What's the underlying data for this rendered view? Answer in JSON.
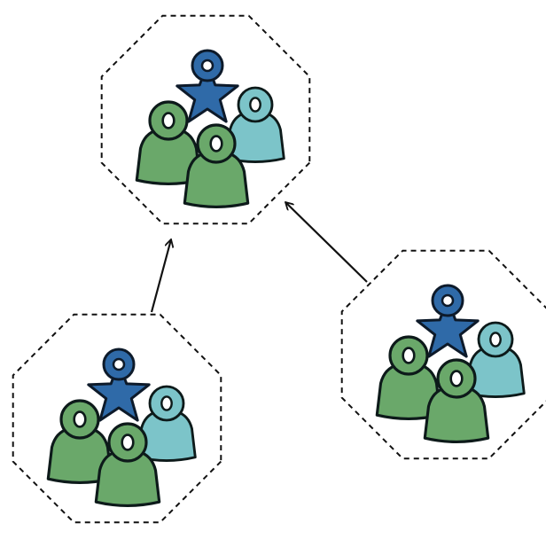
{
  "diagram": {
    "colors": {
      "background": "#ffffff",
      "outline": "#111111",
      "edge": "#111111",
      "blue_piece": "#2f6aa8",
      "green_piece": "#6aa86a",
      "teal_piece": "#7cc4c9"
    },
    "clusters": [
      {
        "id": "top",
        "members": [
          {
            "kind": "star",
            "color": "blue_piece",
            "icon": "starfish-figure-icon"
          },
          {
            "kind": "pawn",
            "color": "teal_piece",
            "icon": "pawn-figure-icon"
          },
          {
            "kind": "pawn",
            "color": "green_piece",
            "icon": "pawn-figure-icon"
          },
          {
            "kind": "pawn",
            "color": "green_piece",
            "icon": "pawn-figure-icon"
          }
        ]
      },
      {
        "id": "bottom-left",
        "members": [
          {
            "kind": "star",
            "color": "blue_piece",
            "icon": "starfish-figure-icon"
          },
          {
            "kind": "pawn",
            "color": "teal_piece",
            "icon": "pawn-figure-icon"
          },
          {
            "kind": "pawn",
            "color": "green_piece",
            "icon": "pawn-figure-icon"
          },
          {
            "kind": "pawn",
            "color": "green_piece",
            "icon": "pawn-figure-icon"
          }
        ]
      },
      {
        "id": "bottom-right",
        "members": [
          {
            "kind": "star",
            "color": "blue_piece",
            "icon": "starfish-figure-icon"
          },
          {
            "kind": "pawn",
            "color": "teal_piece",
            "icon": "pawn-figure-icon"
          },
          {
            "kind": "pawn",
            "color": "green_piece",
            "icon": "pawn-figure-icon"
          },
          {
            "kind": "pawn",
            "color": "green_piece",
            "icon": "pawn-figure-icon"
          }
        ]
      }
    ],
    "edges": [
      {
        "from": "bottom-left",
        "to": "top",
        "arrowhead": "open"
      },
      {
        "from": "bottom-right",
        "to": "top",
        "arrowhead": "open"
      }
    ]
  }
}
